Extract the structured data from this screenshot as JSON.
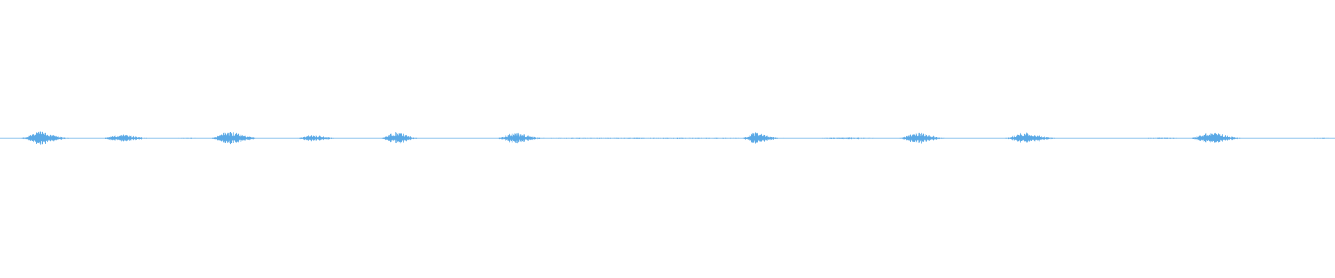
{
  "waveform": {
    "color": "#5aa9e6",
    "background": "#ffffff",
    "baseline_amplitude": 0.02,
    "noise_floor": 0.06,
    "bursts": [
      {
        "center": 0.029,
        "width": 0.02,
        "amplitude": 1.0
      },
      {
        "center": 0.09,
        "width": 0.022,
        "amplitude": 0.55
      },
      {
        "center": 0.171,
        "width": 0.02,
        "amplitude": 1.0
      },
      {
        "center": 0.233,
        "width": 0.018,
        "amplitude": 0.5
      },
      {
        "center": 0.296,
        "width": 0.016,
        "amplitude": 0.9
      },
      {
        "center": 0.385,
        "width": 0.02,
        "amplitude": 0.8
      },
      {
        "center": 0.566,
        "width": 0.016,
        "amplitude": 0.85
      },
      {
        "center": 0.686,
        "width": 0.02,
        "amplitude": 0.85
      },
      {
        "center": 0.767,
        "width": 0.022,
        "amplitude": 0.85
      },
      {
        "center": 0.906,
        "width": 0.022,
        "amplitude": 0.9
      }
    ],
    "low_activity_regions": [
      {
        "center": 0.14,
        "width": 0.012,
        "amplitude": 0.12
      },
      {
        "center": 0.485,
        "width": 0.2,
        "amplitude": 0.1
      },
      {
        "center": 0.635,
        "width": 0.03,
        "amplitude": 0.15
      },
      {
        "center": 0.87,
        "width": 0.02,
        "amplitude": 0.12
      },
      {
        "center": 0.99,
        "width": 0.015,
        "amplitude": 0.1
      }
    ]
  }
}
